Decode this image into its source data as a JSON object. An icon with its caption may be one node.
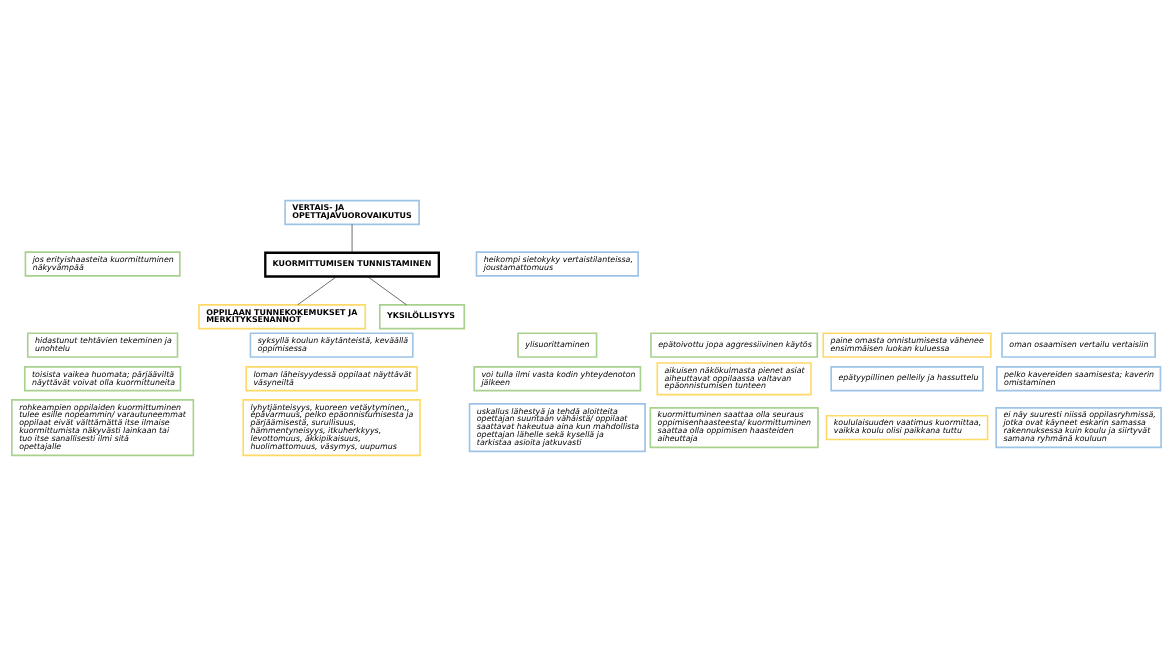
{
  "diagram": {
    "nodes": [
      {
        "text": [
          "rohkeampien oppilaiden kuormittuminen tulee esille nopeammin/ varautuneemmat oppilaat eivät välttämättä itse ilmaise kuormittumista näkyvästi lainkaan tai tuo itse sanallisesti ilmi sitä opettajalle"
        ]
      },
      {
        "text": [
          "lyhytjänteisyys, kuoreen vetäytyminen,, epävarmuus, pelko epäonnistumisesta ja pärjäämisestä, surullisuus, hämmentyneisyys, itkuherkkyys, levottomuus, äkkipikaisuus, huolimattomuus, väsymys, uupumus"
        ]
      },
      {
        "text": [
          "uskallus lähestyä ja tehdä aloitteita opettajan suuntaan vähäistä/ oppilaat saattavat hakeutua aina kun mahdollista opettajan lähelle sekä kysellä ja tarkistaa asioita jatkuvasti"
        ]
      },
      {
        "text": [
          "kuormittuminen saattaa olla seuraus oppimisenhaasteesta/ kuormittuminen saattaa olla oppimisen haasteiden aiheuttaja"
        ]
      },
      {
        "text": [
          "koululaisuuden vaatimus kuormittaa, vaikka koulu olisi paikkana tuttu"
        ]
      },
      {
        "text": [
          "ei näy suuresti niissä oppilasryhmissä, jotka ovat käyneet eskarin samassa rakennuksessa kuin koulu ja siirtyvät samana ryhmänä kouluun"
        ]
      },
      {
        "text": [
          "toisista vaikea huomata; pärjääviltä näyttävät voivat olla kuormittuneita"
        ]
      },
      {
        "text": [
          "loman läheisyydessä oppilaat näyttävät väsyneiltä"
        ]
      },
      {
        "text": [
          "voi tulla ilmi vasta kodin yhteydenoton jälkeen"
        ]
      },
      {
        "text": [
          "aikuisen näkökulmasta pienet asiat aiheuttavat oppilaassa valtavan epäonnistumisen tunteen"
        ]
      },
      {
        "text": [
          "epätyypillinen pelleily ja hassuttelu"
        ]
      },
      {
        "text": [
          "pelko kavereiden saamisesta; kaverin omistaminen"
        ]
      },
      {
        "text": [
          "hidastunut tehtävien tekeminen ja unohtelu"
        ]
      },
      {
        "text": [
          "syksyllä koulun käytänteistä, keväällä oppimisessa"
        ]
      },
      {
        "text": [
          "ylisuorittaminen"
        ]
      },
      {
        "text": [
          "epätoivottu jopa aggressiivinen käytös"
        ]
      },
      {
        "text": [
          "paine omasta onnistumisesta vähenee ensimmäisen luokan kuluessa"
        ]
      },
      {
        "text": [
          "oman osaamisen vertailu vertaisiin"
        ]
      },
      {
        "text": [
          "jos erityishaasteita kuormittuminen näkyvämpää"
        ]
      },
      {
        "text": [
          "OPPILAAN TUNNEKOKEMUKSET JA MERKITYKSENANNOT"
        ]
      },
      {
        "text": [
          "heikompi sietokyky vertaistilanteissa, joustamattomuus"
        ]
      },
      {
        "text": [
          "YKSILÖLLISYYS"
        ]
      },
      {
        "text": [
          "KUORMITTUMISEN TUNNISTAMINEN"
        ]
      },
      {
        "text": [
          "VERTAIS- JA OPETTAJAVUOROVAIKUTUS"
        ]
      }
    ],
    "edges": [
      {
        "from": 21,
        "to": 22,
        "arrow": "none"
      },
      {
        "from": 19,
        "to": 22,
        "arrow": "none"
      },
      {
        "from": 22,
        "to": 23,
        "arrow": "none"
      }
    ]
  }
}
